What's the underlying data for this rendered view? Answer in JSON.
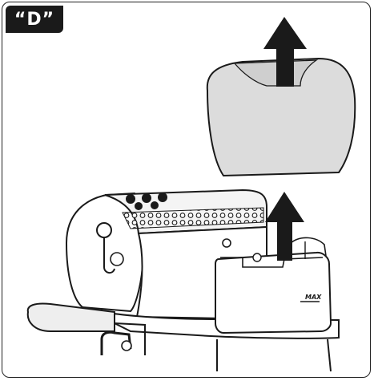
{
  "step": {
    "label": "“D”"
  },
  "illustration": {
    "subject": "espresso-machine-water-tank-removal",
    "max_marking": "MAX",
    "colors": {
      "tank_fill": "#dcdcdc",
      "outline": "#1a1a1a",
      "badge_bg": "#1a1a1a",
      "badge_text": "#ffffff"
    }
  }
}
